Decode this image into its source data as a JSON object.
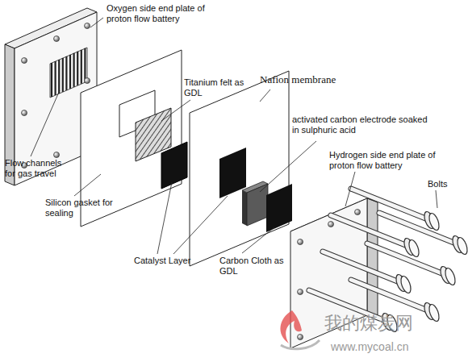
{
  "diagram": {
    "labels": [
      "Oxygen side end plate of proton flow battery",
      "Titanium felt as GDL",
      "Nafion membrane",
      "activated carbon electrode soaked in sulphuric acid",
      "Hydrogen side end plate of proton flow battery",
      "Bolts",
      "Flow channels for gas travel",
      "Silicon gasket for sealing",
      "Catalyst Layer",
      "Carbon Cloth as GDL",
      "我的煤炭网",
      "www.mycoal.cn"
    ]
  }
}
